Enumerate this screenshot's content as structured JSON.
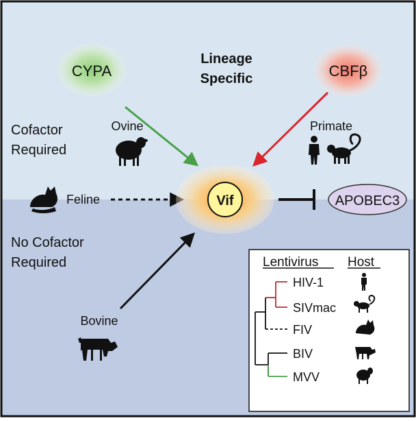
{
  "colors": {
    "top_bg": "#d9e6f1",
    "bottom_bg": "#bfcbe3",
    "border": "#111111",
    "green_arrow": "#4aa04a",
    "red_arrow": "#d8262c",
    "vif_glow": "#f7c46a",
    "vif_inner": "#fff59d",
    "apobec_fill": "#ddd3ee",
    "primate_lineage": "#c0282c",
    "ruminant_lineage": "#4aa04a"
  },
  "labels": {
    "lineage_specific_1": "Lineage",
    "lineage_specific_2": "Specific",
    "cofactor_required_1": "Cofactor",
    "cofactor_required_2": "Required",
    "no_cofactor_1": "No Cofactor",
    "no_cofactor_2": "Required"
  },
  "nodes": {
    "cypa": "CYPA",
    "cbfb": "CBFβ",
    "vif": "Vif",
    "apobec3": "APOBEC3"
  },
  "hosts": {
    "ovine": "Ovine",
    "primate": "Primate",
    "feline": "Feline",
    "bovine": "Bovine"
  },
  "phylogeny": {
    "header_virus": "Lentivirus",
    "header_host": "Host",
    "viruses": [
      {
        "name": "HIV-1",
        "host_icon": "human-icon"
      },
      {
        "name": "SIVmac",
        "host_icon": "monkey-icon"
      },
      {
        "name": "FIV",
        "host_icon": "cat-icon"
      },
      {
        "name": "BIV",
        "host_icon": "cow-icon"
      },
      {
        "name": "MVV",
        "host_icon": "sheep-icon"
      }
    ]
  }
}
